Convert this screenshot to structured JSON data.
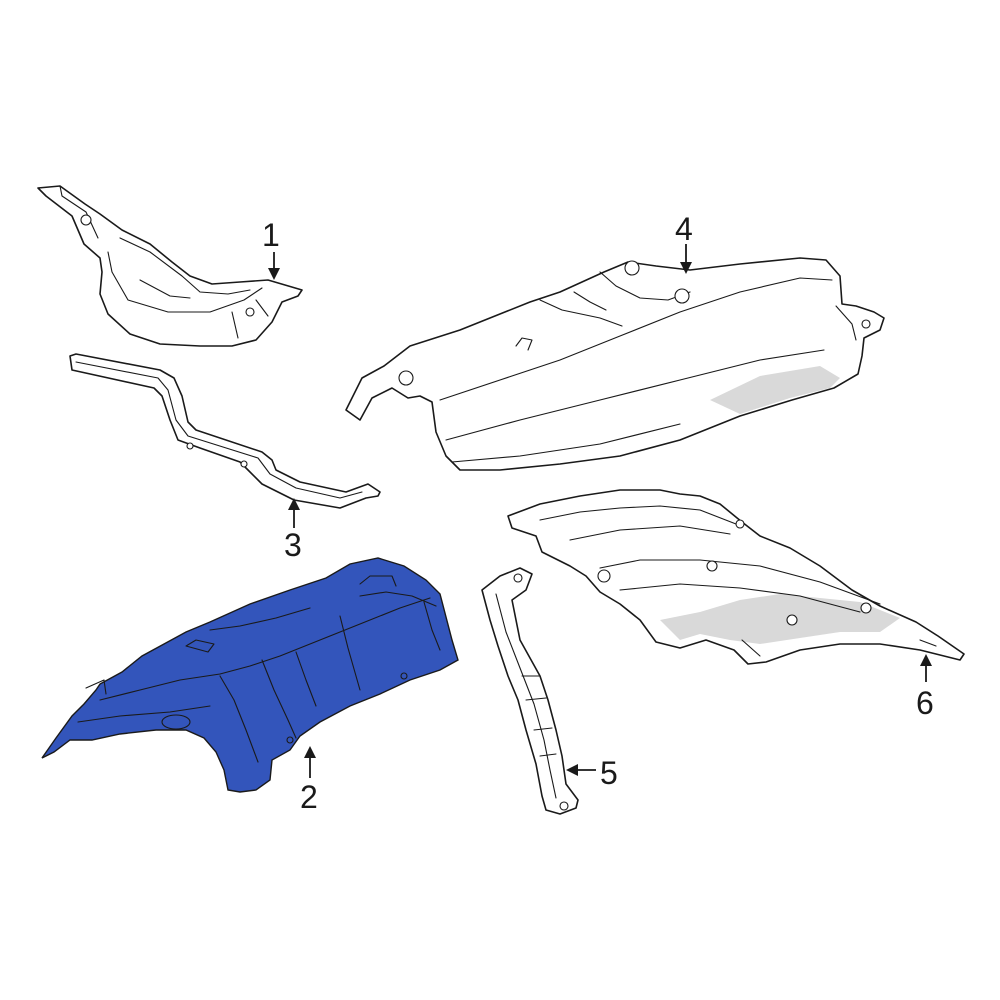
{
  "diagram": {
    "highlight_color": "#3355bb",
    "outline_color": "#1a1a1a",
    "callouts": {
      "c1": "1",
      "c2": "2",
      "c3": "3",
      "c4": "4",
      "c5": "5",
      "c6": "6"
    },
    "highlighted_part": "2"
  }
}
